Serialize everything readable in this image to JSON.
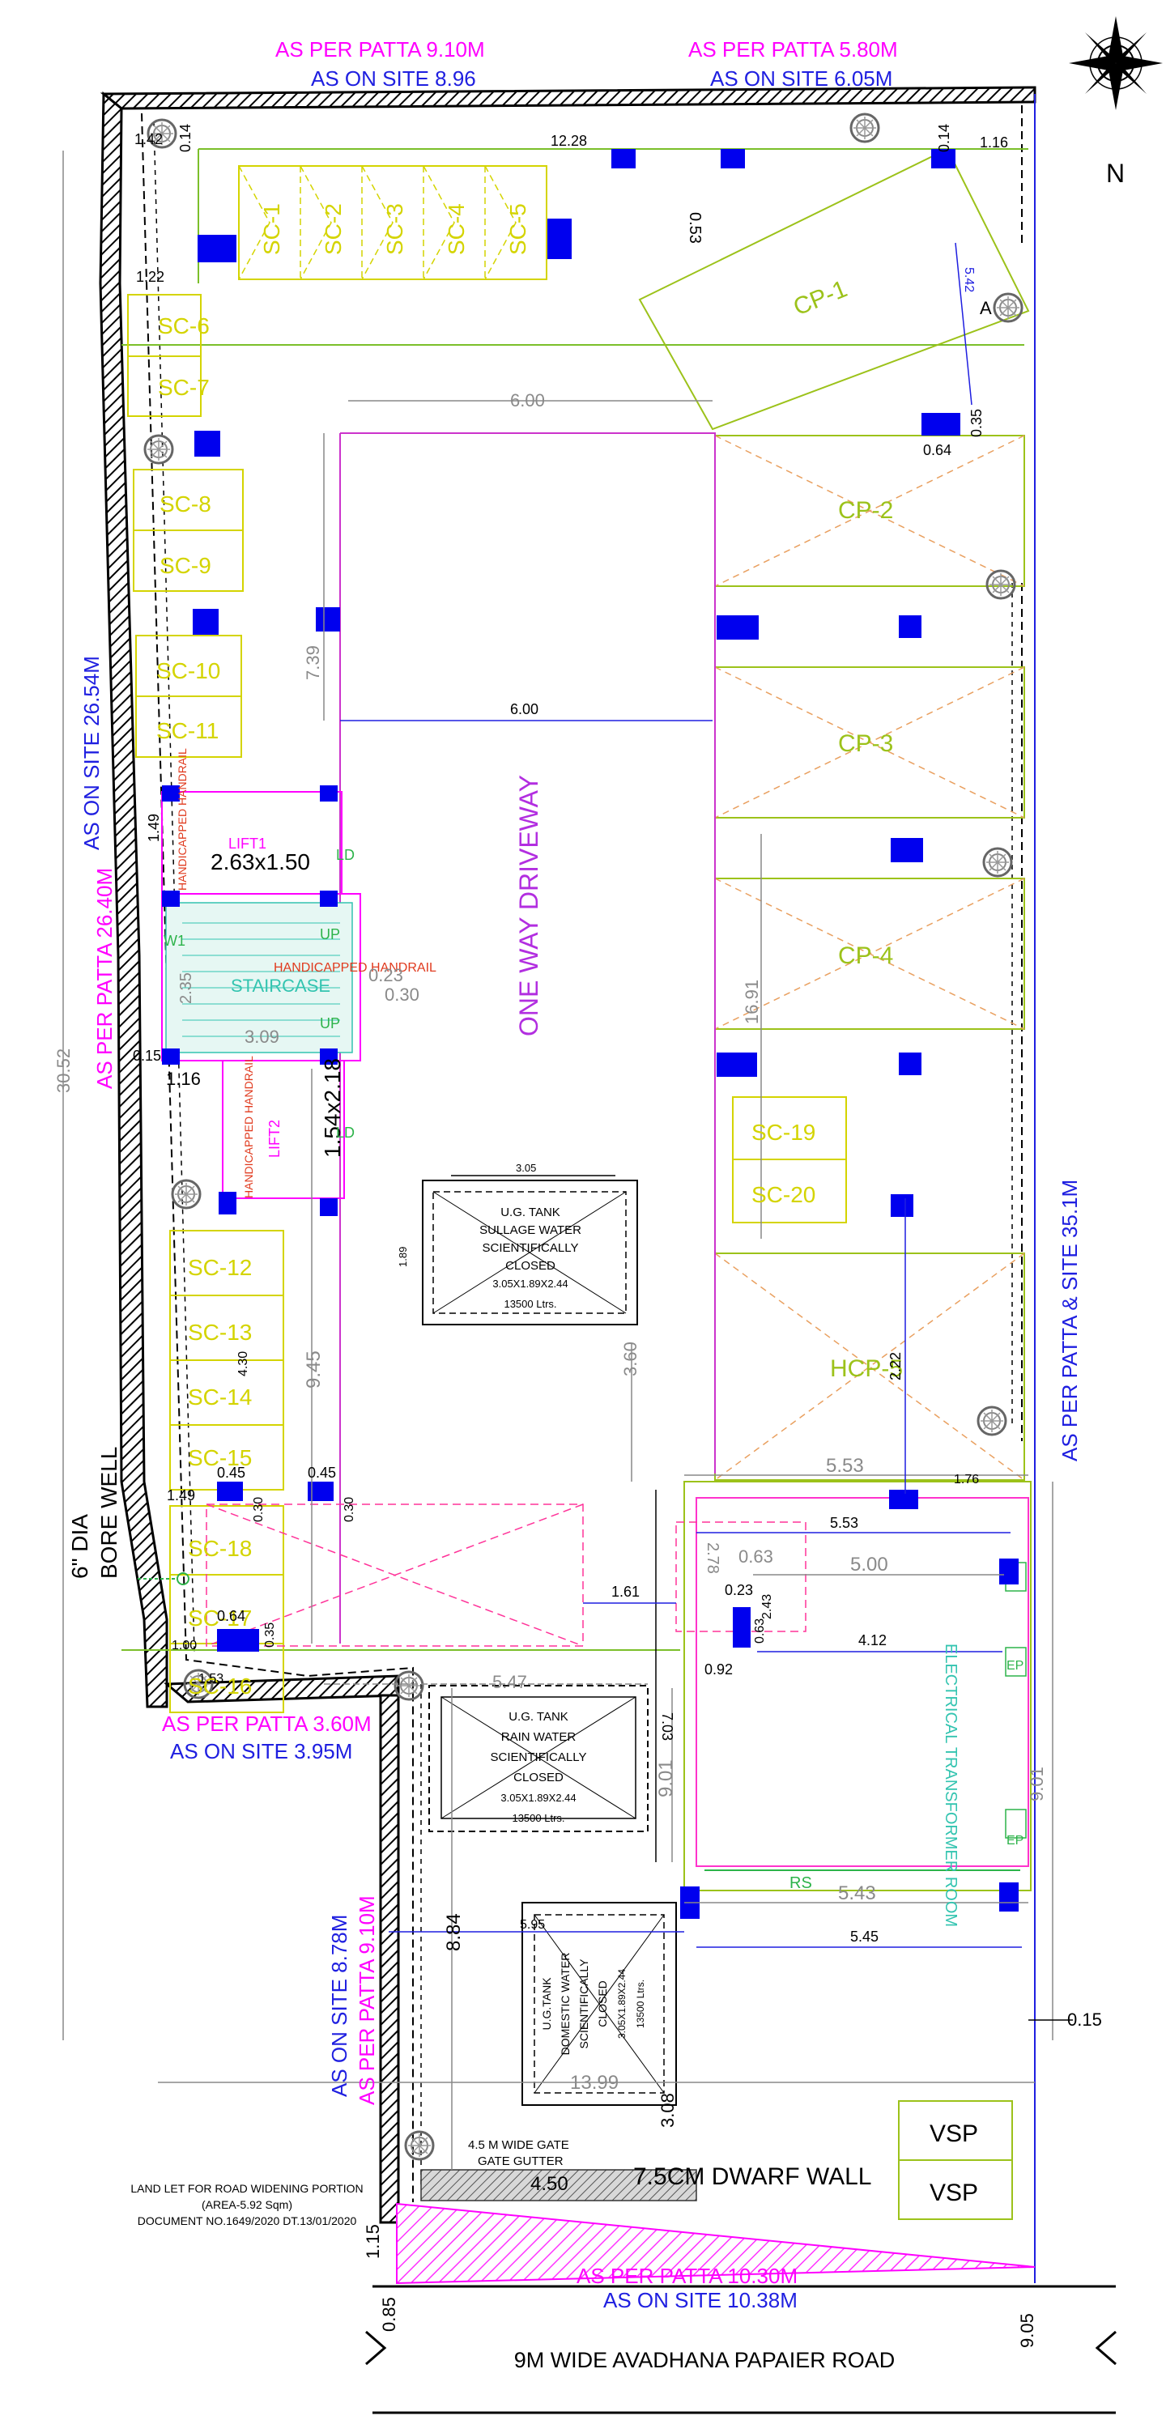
{
  "north": "N",
  "boundary_labels": {
    "top_left_patta": "AS PER PATTA  9.10M",
    "top_left_site": "AS ON SITE  8.96",
    "top_right_patta": "AS PER PATTA  5.80M",
    "top_right_site": "AS ON SITE  6.05M",
    "left_site": "AS ON SITE  26.54M",
    "left_patta": "AS PER PATTA 26.40M",
    "right_patta_site": "AS PER PATTA & SITE  35.1M",
    "notch_patta": "AS PER PATTA 3.60M",
    "notch_site": "AS ON SITE 3.95M",
    "lower_left_site": "AS ON SITE  8.78M",
    "lower_left_patta": "AS PER PATTA  9.10M",
    "bottom_patta": "AS PER PATTA  10.30M",
    "bottom_site": "AS ON SITE 10.38M"
  },
  "road": "9M WIDE AVADHANA PAPAIER ROAD",
  "driveway": "ONE WAY DRIVEWAY",
  "small_cars": [
    "SC-1",
    "SC-2",
    "SC-3",
    "SC-4",
    "SC-5",
    "SC-6",
    "SC-7",
    "SC-8",
    "SC-9",
    "SC-10",
    "SC-11",
    "SC-12",
    "SC-13",
    "SC-14",
    "SC-15",
    "SC-16",
    "SC-17",
    "SC-18",
    "SC-19",
    "SC-20"
  ],
  "car_parks": [
    "CP-1",
    "CP-2",
    "CP-3",
    "CP-4",
    "HCP-5"
  ],
  "core": {
    "lift1": "LIFT1",
    "lift1_size": "2.63x1.50",
    "lift2": "LIFT2",
    "lift2_size": "1.54x2.18",
    "staircase": "STAIRCASE",
    "handrail": "HANDICAPPED HANDRAIL",
    "ld": "LD",
    "w1": "W1",
    "up": "UP"
  },
  "tanks": {
    "sullage": [
      "U.G. TANK",
      "SULLAGE WATER",
      "SCIENTIFICALLY",
      "CLOSED",
      "3.05X1.89X2.44",
      "13500 Ltrs."
    ],
    "rain": [
      "U.G. TANK",
      "RAIN WATER",
      "SCIENTIFICALLY",
      "CLOSED",
      "3.05X1.89X2.44",
      "13500 Ltrs."
    ],
    "domestic": [
      "U.G.TANK",
      "DOMESTIC WATER",
      "SCIENTIFICALLY",
      "CLOSED",
      "3.05X1.89X2.44",
      "13500 Ltrs."
    ]
  },
  "transformer": "ELECTRICAL TRANSFORMER ROOM",
  "ep": "EP",
  "rs": "RS",
  "vsp": "VSP",
  "bore_well": [
    "6\" DIA",
    "BORE WELL"
  ],
  "gate": [
    "4.5 M WIDE GATE",
    "GATE GUTTER"
  ],
  "dwarf_wall": "7.5CM DWARF WALL",
  "land_note": [
    "LAND LET FOR ROAD WIDENING PORTION",
    "(AREA-5.92 Sqm)",
    "DOCUMENT NO.1649/2020 DT.13/01/2020"
  ],
  "section_mark": "A",
  "dims": {
    "d1_42": "1.42",
    "d0_14": "0.14",
    "d12_28": "12.28",
    "d0_53": "0.53",
    "d0_14b": "0.14",
    "d1_16": "1.16",
    "d1_22": "1.22",
    "d5_42": "5.42",
    "d6_00a": "6.00",
    "d0_64": "0.64",
    "d0_35": "0.35",
    "d7_39": "7.39",
    "d6_00b": "6.00",
    "d1_49": "1.49",
    "d2_35": "2.35",
    "d0_23": "0.23",
    "d0_30": "0.30",
    "d3_09": "3.09",
    "d0_15": "0.15",
    "d1_16b": "1.16",
    "d16_91": "16.91",
    "d3_05": "3.05",
    "d1_89": "1.89",
    "d9_45": "9.45",
    "d3_60": "3.60",
    "d4_30": "4.30",
    "d2_22": "2.22",
    "d30_52": "30.52",
    "d0_45a": "0.45",
    "d0_45b": "0.45",
    "d1_49b": "1.49",
    "d0_30b": "0.30",
    "d0_30c": "0.30",
    "d5_53a": "5.53",
    "d1_76": "1.76",
    "d5_53b": "5.53",
    "d2_78": "2.78",
    "d0_63": "0.63",
    "d5_00": "5.00",
    "d0_23b": "0.23",
    "d2_43": "2.43",
    "d1_61": "1.61",
    "d0_63b": "0.63",
    "d4_12": "4.12",
    "d0_92": "0.92",
    "d1_00": "1.00",
    "d0_64b": "0.64",
    "d0_35b": "0.35",
    "d1_53": "1.53",
    "d5_47": "5.47",
    "d7_03": "7.03",
    "d9_01a": "9.01",
    "d9_01b": "9.01",
    "d8_84": "8.84",
    "d5_95": "5.95",
    "d5_45": "5.45",
    "d0_15b": "0.15",
    "d5_43": "5.43",
    "d13_99": "13.99",
    "d3_08": "3.08",
    "d4_50": "4.50",
    "d1_15": "1.15",
    "d0_85": "0.85",
    "d9_05": "9.05"
  }
}
